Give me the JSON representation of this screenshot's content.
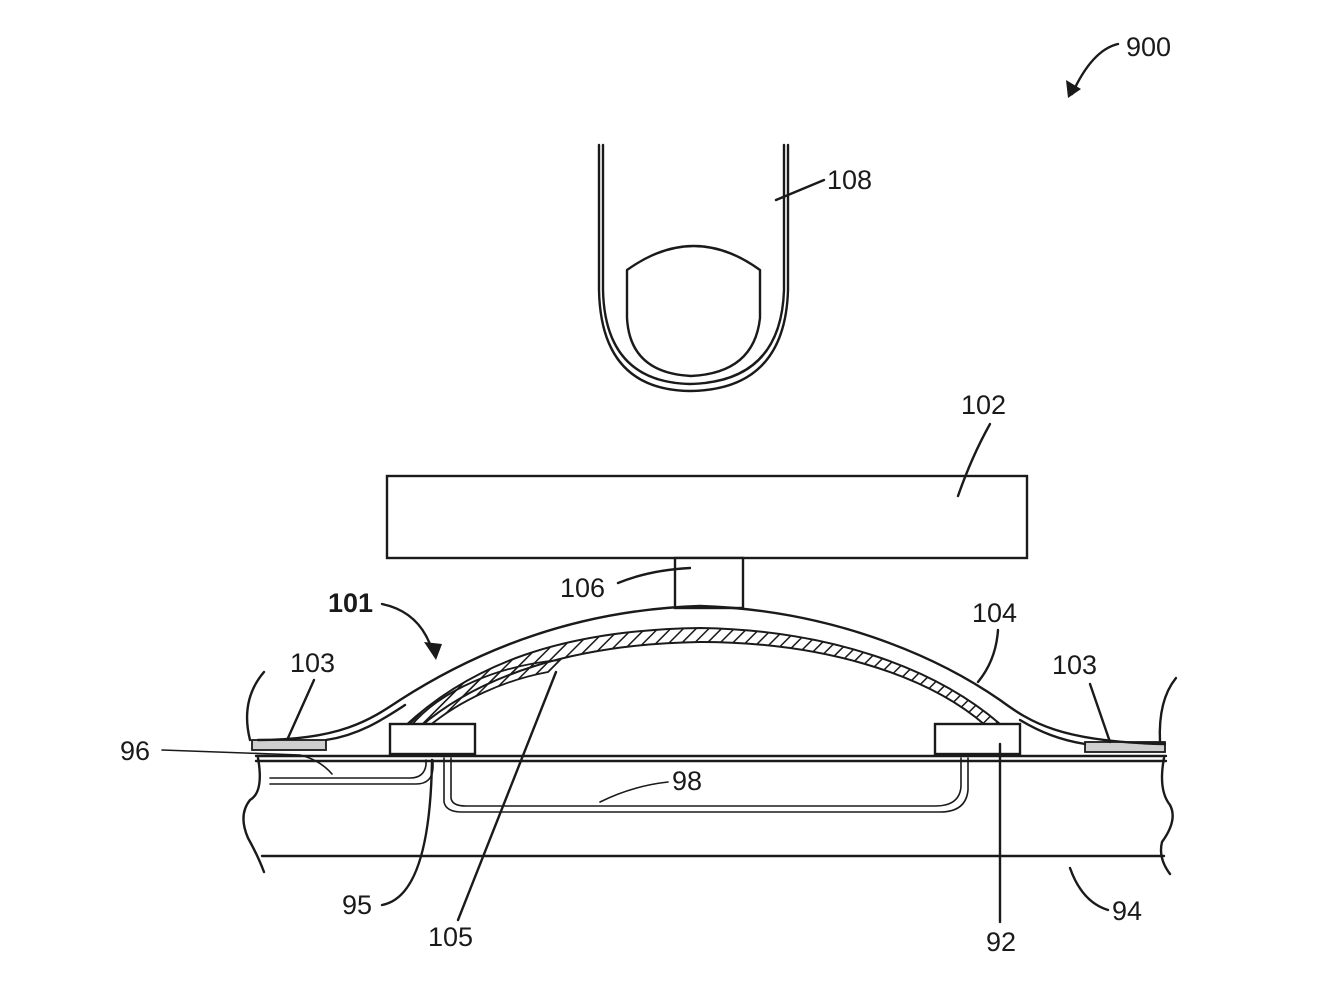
{
  "figure": {
    "number": "900",
    "labels": {
      "finger": "108",
      "cover": "102",
      "plunger": "106",
      "dome_assembly": "101",
      "dome": "104",
      "adhesive_left": "103",
      "adhesive_right": "103",
      "trace_96": "96",
      "trace_98": "98",
      "contact_95": "95",
      "conductive_layer": "105",
      "contact_92": "92",
      "substrate": "94"
    }
  }
}
